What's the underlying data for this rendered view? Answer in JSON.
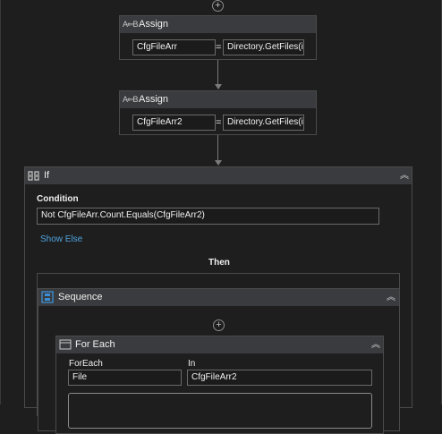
{
  "assign1": {
    "title": "Assign",
    "to": "CfgFileArr",
    "eq": "=",
    "value": "Directory.GetFiles(i"
  },
  "assign2": {
    "title": "Assign",
    "to": "CfgFileArr2",
    "eq": "=",
    "value": "Directory.GetFiles(i"
  },
  "if_activity": {
    "title": "If",
    "condition_label": "Condition",
    "condition_value": "Not CfgFileArr.Count.Equals(CfgFileArr2)",
    "show_else": "Show Else",
    "then_label": "Then"
  },
  "sequence": {
    "title": "Sequence"
  },
  "foreach": {
    "title": "For Each",
    "foreach_label": "ForEach",
    "foreach_value": "File",
    "in_label": "In",
    "in_value": "CfgFileArr2"
  },
  "icons": [
    "add-activity-icon",
    "assign-icon",
    "if-icon",
    "sequence-icon",
    "foreach-icon",
    "collapse-icon"
  ],
  "colors": {
    "background": "#1e1e1e",
    "header": "#3a3b3e",
    "link": "#4fa3e0",
    "sequence_icon": "#3b8fd6"
  }
}
